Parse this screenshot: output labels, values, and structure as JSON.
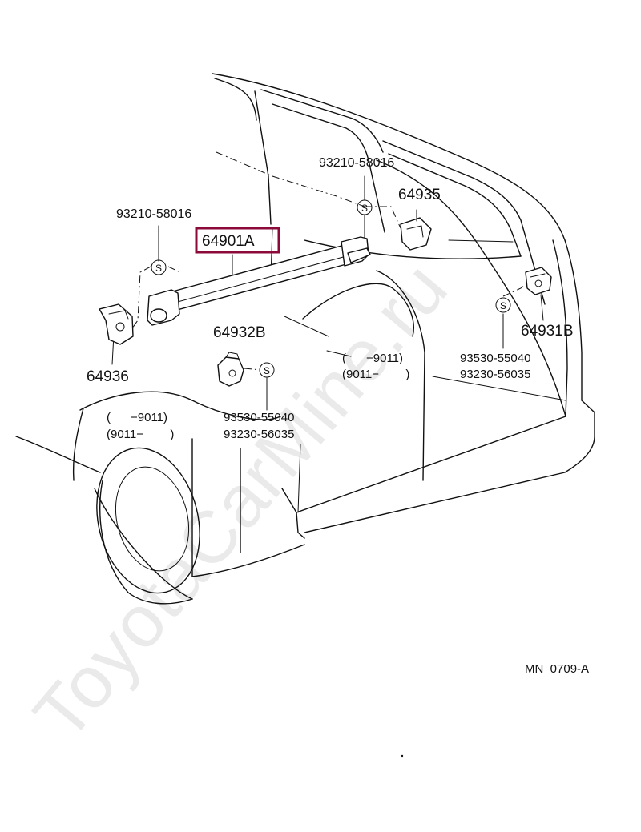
{
  "accent_color": "#8b0a3a",
  "watermark": "ToyotaCarMine.ru",
  "footer_code": "MN  0709-A",
  "symbol_s": "S",
  "labels": {
    "bolt_top": "93210-58016",
    "bolt_left": "93210-58016",
    "main_part": "64901A",
    "bracket_right_top": "64935",
    "bracket_left": "64936",
    "bracket_mid": "64932B",
    "bracket_right": "64931B"
  },
  "ranges": {
    "right": {
      "row1": "(      −9011)",
      "row2": "(9011−        )",
      "code1": "93530-55040",
      "code2": "93230-56035"
    },
    "lower": {
      "row1": "(      −9011)",
      "row2": "(9011−        )",
      "code1": "93530-55040",
      "code2": "93230-56035"
    }
  }
}
